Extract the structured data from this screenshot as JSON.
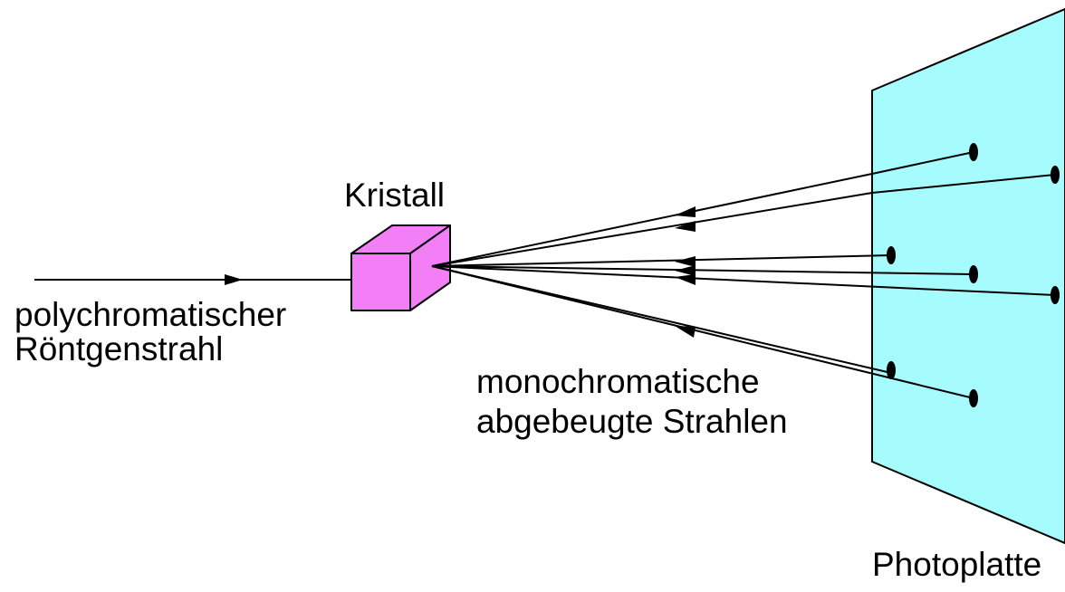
{
  "labels": {
    "crystal": "Kristall",
    "incident_line1": "polychromatischer",
    "incident_line2": "Röntgenstrahl",
    "diffracted_line1": "monochromatische",
    "diffracted_line2": "abgebeugte Strahlen",
    "plate": "Photoplatte"
  },
  "colors": {
    "plate_fill": "#a6fbfd",
    "crystal_fill": "#f27ff6",
    "line": "#000000"
  },
  "spots": {
    "count": 7
  }
}
